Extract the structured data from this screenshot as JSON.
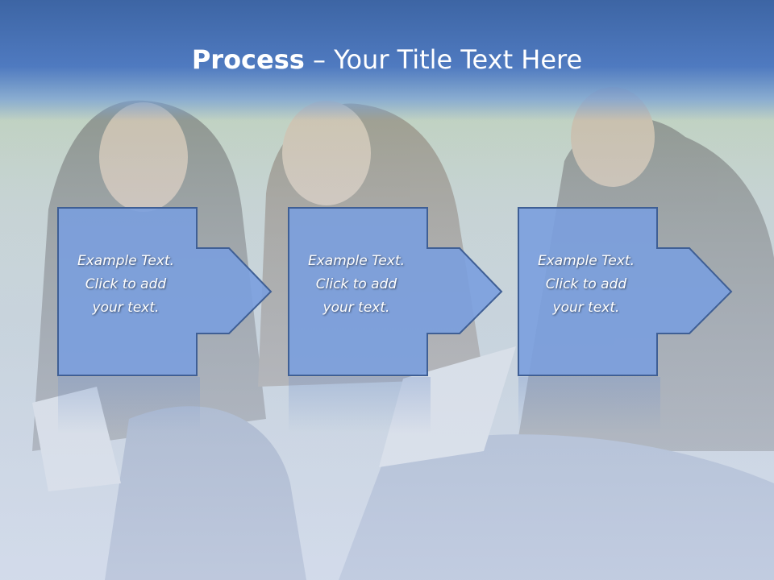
{
  "slide": {
    "title_strong": "Process",
    "title_dash": " – ",
    "title_rest": "Your Title Text Here"
  },
  "colors": {
    "title_bar": "#4f7ac0",
    "box_fill": "#7a9ede",
    "box_stroke": "#3f5f95",
    "text": "#ffffff"
  },
  "steps": [
    {
      "line1": "Example Text.",
      "line2": "Click  to add",
      "line3": "your text."
    },
    {
      "line1": "Example Text.",
      "line2": "Click  to add",
      "line3": "your text."
    },
    {
      "line1": "Example Text.",
      "line2": "Click  to add",
      "line3": "your text."
    }
  ],
  "background": {
    "icon": "photo-students-on-grass"
  }
}
